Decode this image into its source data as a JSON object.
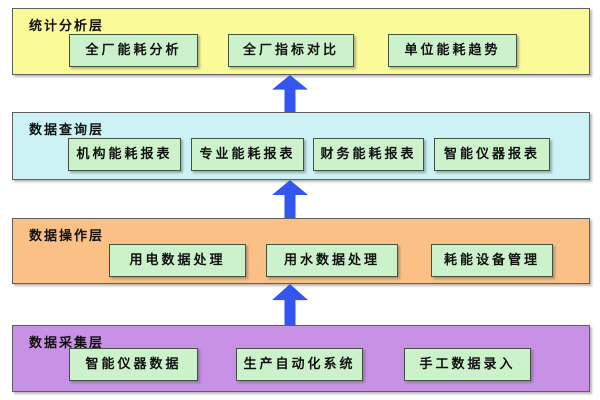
{
  "diagram": {
    "type": "layered-architecture",
    "arrow_color": "#3356f0",
    "node_fill": "#ccf2cc",
    "node_border": "#41523f",
    "arrows": [
      {
        "direction": "up",
        "from_layer": "数据查询层",
        "to_layer": "统计分析层"
      },
      {
        "direction": "up",
        "from_layer": "数据操作层",
        "to_layer": "数据查询层"
      },
      {
        "direction": "up",
        "from_layer": "数据采集层",
        "to_layer": "数据操作层"
      }
    ],
    "layers": [
      {
        "label": "统计分析层",
        "color": "#fafa99",
        "nodes": [
          "全厂能耗分析",
          "全厂指标对比",
          "单位能耗趋势"
        ]
      },
      {
        "label": "数据查询层",
        "color": "#ccf2f5",
        "nodes": [
          "机构能耗报表",
          "专业能耗报表",
          "财务能耗报表",
          "智能仪器报表"
        ]
      },
      {
        "label": "数据操作层",
        "color": "#fac085",
        "nodes": [
          "用电数据处理",
          "用水数据处理",
          "耗能设备管理"
        ]
      },
      {
        "label": "数据采集层",
        "color": "#c891e6",
        "nodes": [
          "智能仪器数据",
          "生产自动化系统",
          "手工数据录入"
        ]
      }
    ]
  }
}
